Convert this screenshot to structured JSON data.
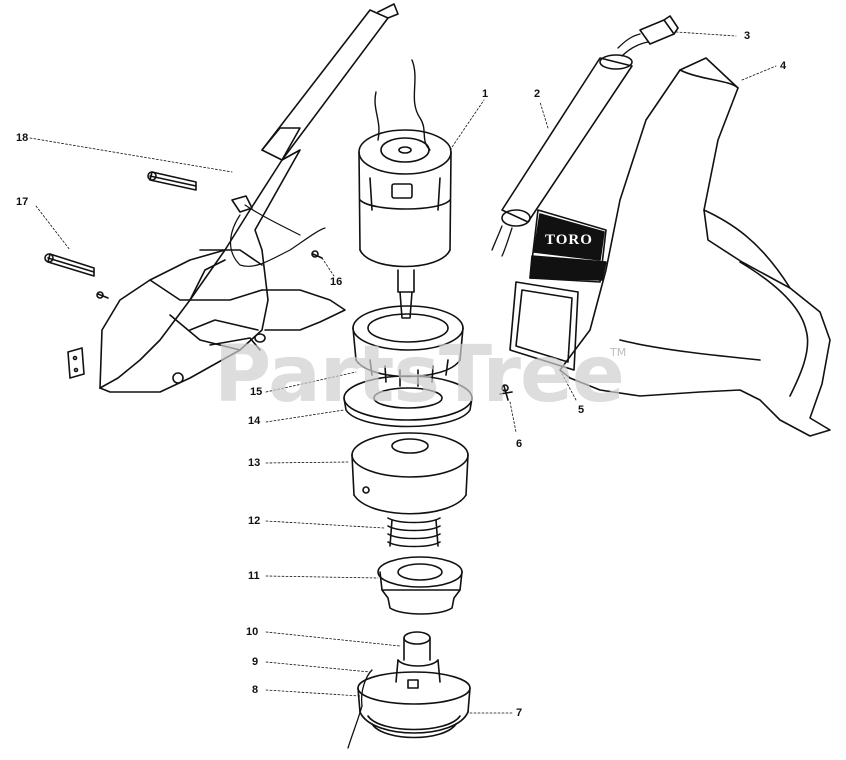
{
  "diagram": {
    "watermark": "PartsTree",
    "watermark_tm": "TM",
    "brand_label": "TORO",
    "callouts": [
      {
        "id": "1",
        "text": "1"
      },
      {
        "id": "2",
        "text": "2"
      },
      {
        "id": "3",
        "text": "3"
      },
      {
        "id": "4",
        "text": "4"
      },
      {
        "id": "5",
        "text": "5"
      },
      {
        "id": "6",
        "text": "6"
      },
      {
        "id": "7",
        "text": "7"
      },
      {
        "id": "8",
        "text": "8"
      },
      {
        "id": "9",
        "text": "9"
      },
      {
        "id": "10",
        "text": "10"
      },
      {
        "id": "11",
        "text": "11"
      },
      {
        "id": "12",
        "text": "12"
      },
      {
        "id": "13",
        "text": "13"
      },
      {
        "id": "14",
        "text": "14"
      },
      {
        "id": "15",
        "text": "15"
      },
      {
        "id": "16",
        "text": "16"
      },
      {
        "id": "17",
        "text": "17"
      },
      {
        "id": "18",
        "text": "18"
      }
    ],
    "colors": {
      "line": "#111111",
      "watermark": "#cfcfcf",
      "background": "#ffffff"
    }
  }
}
